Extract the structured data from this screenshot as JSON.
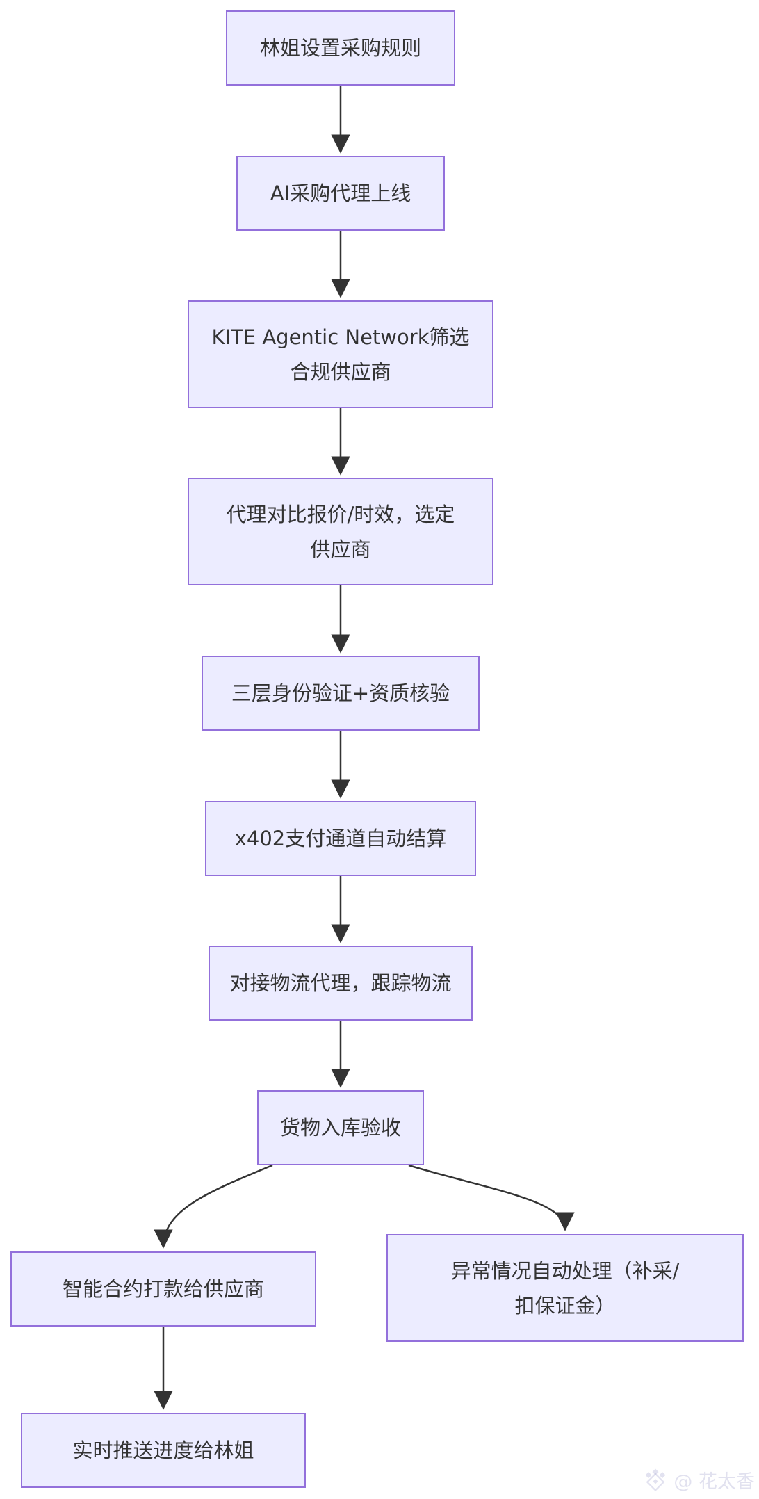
{
  "diagram": {
    "type": "flowchart",
    "direction": "top-down",
    "nodes": [
      {
        "id": "A",
        "label": "林姐设置采购规则"
      },
      {
        "id": "B",
        "label": "AI采购代理上线"
      },
      {
        "id": "C",
        "label": "KITE Agentic Network筛选\n合规供应商"
      },
      {
        "id": "D",
        "label": "代理对比报价/时效，选定\n供应商"
      },
      {
        "id": "E",
        "label": "三层身份验证+资质核验"
      },
      {
        "id": "F",
        "label": "x402支付通道自动结算"
      },
      {
        "id": "G",
        "label": "对接物流代理，跟踪物流"
      },
      {
        "id": "H",
        "label": "货物入库验收"
      },
      {
        "id": "I",
        "label": "智能合约打款给供应商"
      },
      {
        "id": "J",
        "label": "实时推送进度给林姐"
      },
      {
        "id": "K",
        "label": "异常情况自动处理（补采/\n扣保证金）"
      }
    ],
    "edges": [
      {
        "from": "A",
        "to": "B"
      },
      {
        "from": "B",
        "to": "C"
      },
      {
        "from": "C",
        "to": "D"
      },
      {
        "from": "D",
        "to": "E"
      },
      {
        "from": "E",
        "to": "F"
      },
      {
        "from": "F",
        "to": "G"
      },
      {
        "from": "G",
        "to": "H"
      },
      {
        "from": "H",
        "to": "I"
      },
      {
        "from": "H",
        "to": "K"
      },
      {
        "from": "I",
        "to": "J"
      }
    ],
    "colors": {
      "background": "#FFFFFF",
      "node_fill": "#ECECFF",
      "node_border": "#9370DB",
      "arrow": "#333333",
      "text": "#333333"
    }
  },
  "watermark": {
    "icon": "diamond-logo-icon",
    "text": "@ 花太香"
  }
}
